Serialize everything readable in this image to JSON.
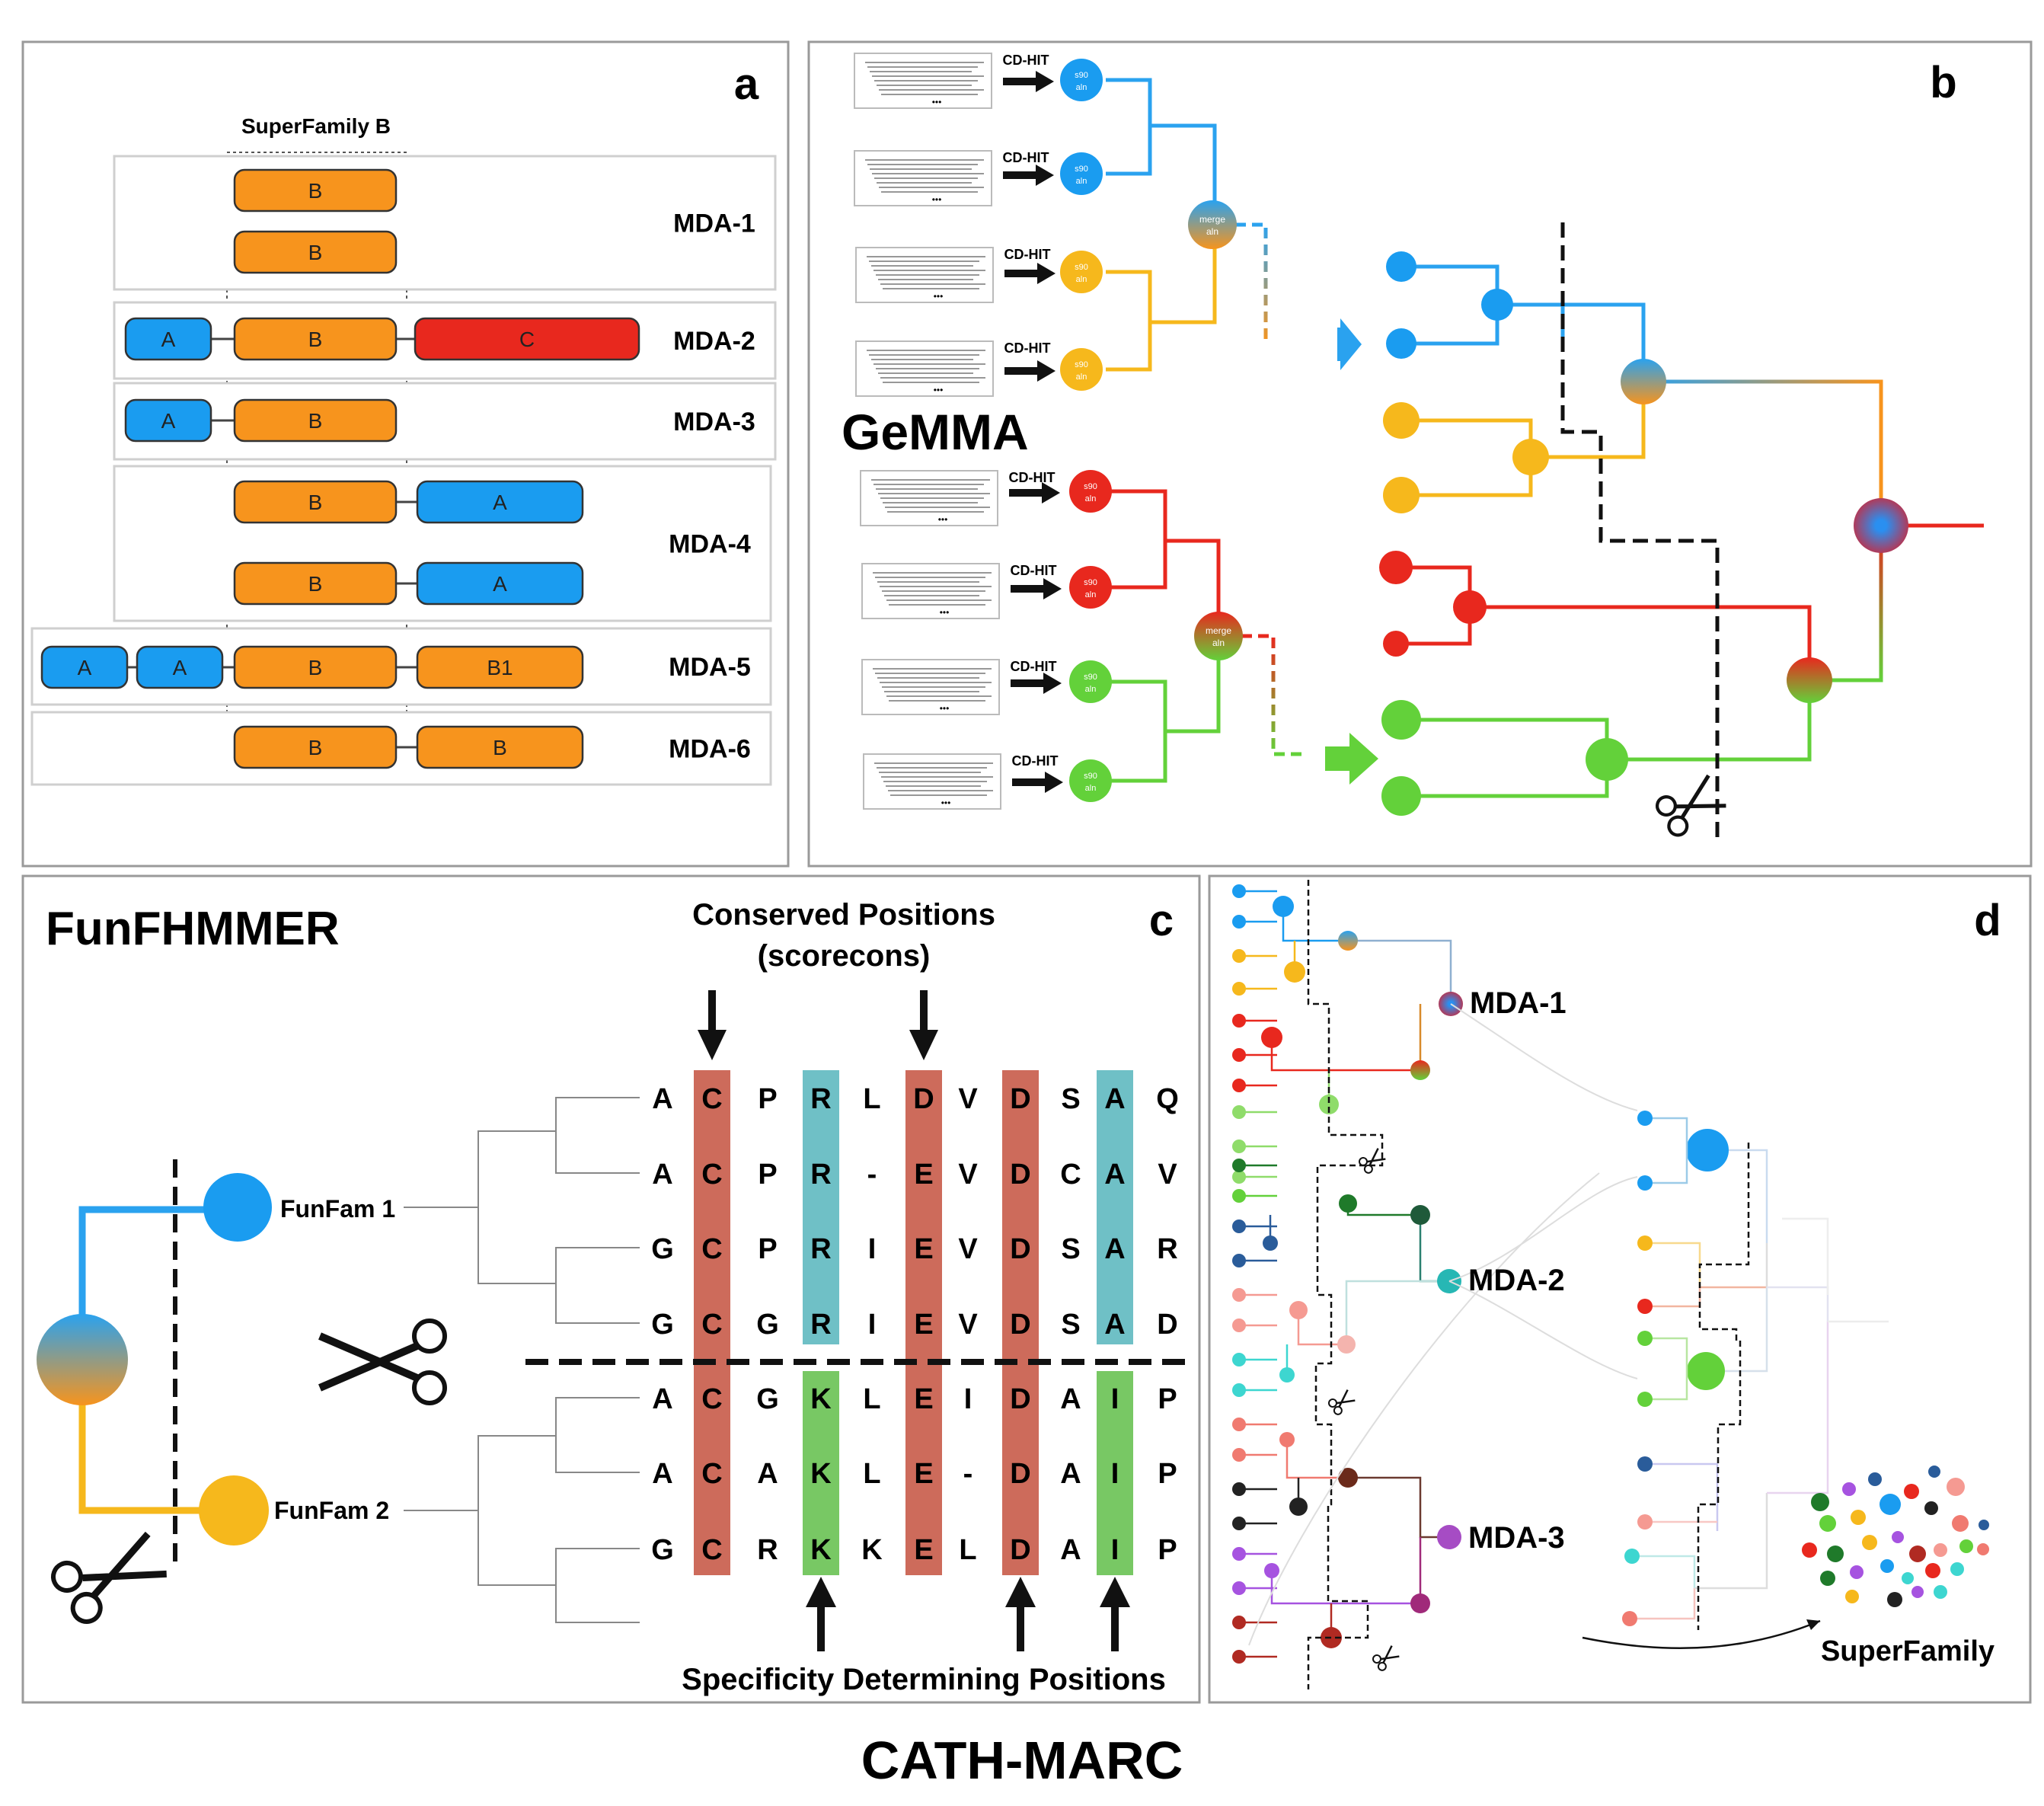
{
  "panels": {
    "a": {
      "letter": "a",
      "superfamily_label": "SuperFamily B",
      "mdas": [
        {
          "label": "MDA-1",
          "rows": [
            [
              "B"
            ],
            [
              "B"
            ]
          ]
        },
        {
          "label": "MDA-2",
          "rows": [
            [
              "A",
              "B",
              "C"
            ]
          ]
        },
        {
          "label": "MDA-3",
          "rows": [
            [
              "A",
              "B"
            ]
          ]
        },
        {
          "label": "MDA-4",
          "rows": [
            [
              "B",
              "A"
            ],
            [
              "B",
              "A"
            ]
          ]
        },
        {
          "label": "MDA-5",
          "rows": [
            [
              "A",
              "A",
              "B",
              "B1"
            ]
          ]
        },
        {
          "label": "MDA-6",
          "rows": [
            [
              "B",
              "B"
            ]
          ]
        }
      ]
    },
    "b": {
      "letter": "b",
      "method": "GeMMA",
      "cdhit_label": "CD-HIT",
      "node_text_s90": "s90 aln",
      "node_text_merge": "merge aln"
    },
    "c": {
      "letter": "c",
      "method": "FunFHMMER",
      "conserved_title": "Conserved Positions",
      "conserved_subtitle": "(scorecons)",
      "sdp_title": "Specificity Determining Positions",
      "funfam1": "FunFam 1",
      "funfam2": "FunFam 2",
      "alignment": [
        [
          "A",
          "C",
          "P",
          "R",
          "L",
          "D",
          "V",
          "D",
          "S",
          "A",
          "Q"
        ],
        [
          "A",
          "C",
          "P",
          "R",
          "-",
          "E",
          "V",
          "D",
          "C",
          "A",
          "V"
        ],
        [
          "G",
          "C",
          "P",
          "R",
          "I",
          "E",
          "V",
          "D",
          "S",
          "A",
          "R"
        ],
        [
          "G",
          "C",
          "G",
          "R",
          "I",
          "E",
          "V",
          "D",
          "S",
          "A",
          "D"
        ],
        [
          "A",
          "C",
          "G",
          "K",
          "L",
          "E",
          "I",
          "D",
          "A",
          "I",
          "P"
        ],
        [
          "A",
          "C",
          "A",
          "K",
          "L",
          "E",
          "-",
          "D",
          "A",
          "I",
          "P"
        ],
        [
          "G",
          "C",
          "R",
          "K",
          "K",
          "E",
          "L",
          "D",
          "A",
          "I",
          "P"
        ]
      ]
    },
    "d": {
      "letter": "d",
      "mda_labels": [
        "MDA-1",
        "MDA-2",
        "MDA-3"
      ],
      "superfamily_label": "SuperFamily"
    }
  },
  "footer_title": "CATH-MARC",
  "colors": {
    "blue": "#1a9cf0",
    "orange": "#f7941d",
    "red": "#e8281e",
    "yellow": "#f6b81c",
    "green": "#63d13a",
    "col_red": "#cd6b5b",
    "col_teal": "#6fc0c6",
    "col_green": "#78c864"
  }
}
